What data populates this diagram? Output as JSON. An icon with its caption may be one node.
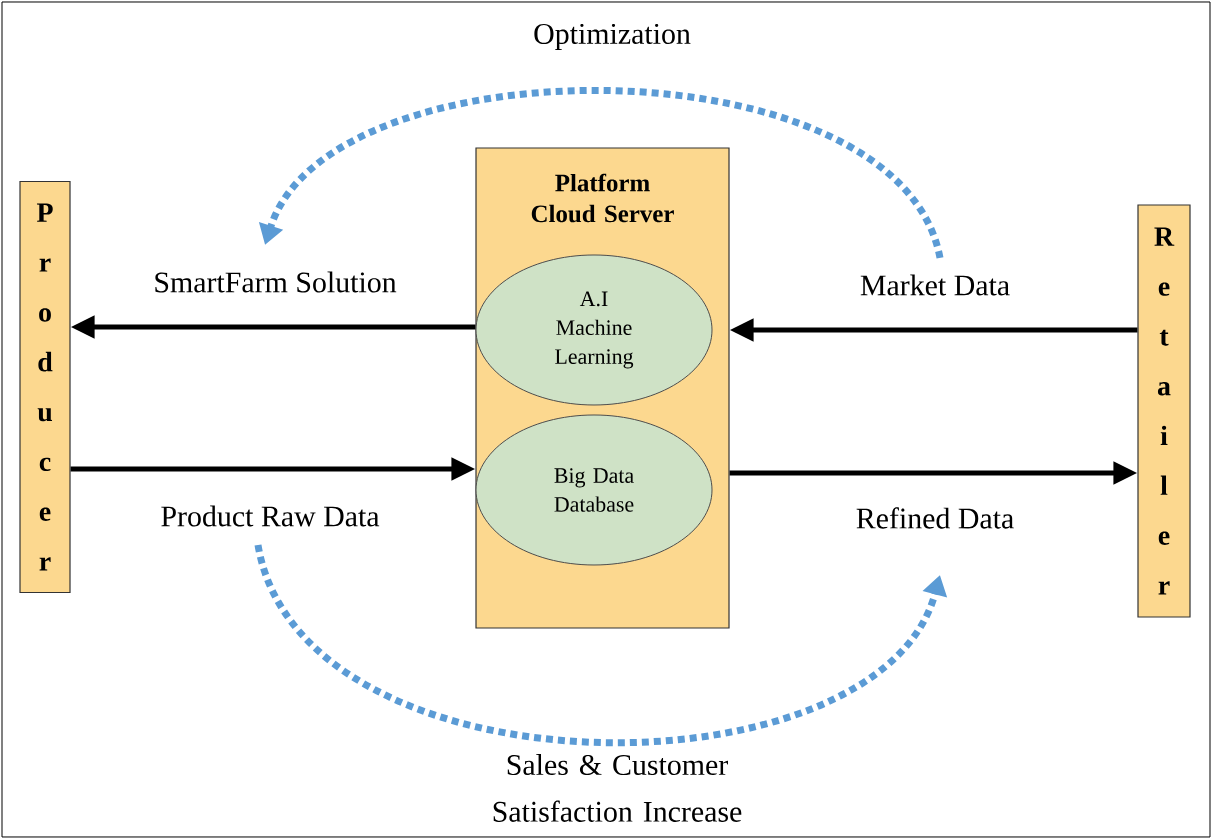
{
  "diagram": {
    "nodes": [
      {
        "text": [
          "Producer"
        ]
      },
      {
        "text": [
          "Retailer"
        ]
      },
      {
        "text": [
          "Platform Cloud Server"
        ]
      },
      {
        "text": [
          "A.I Machine Learning"
        ],
        "in": 2
      },
      {
        "text": [
          "Big Data Database"
        ],
        "in": 2
      }
    ],
    "edges": [
      {
        "from": 2,
        "to": 0,
        "arrow": "to",
        "label": "SmartFarm Solution"
      },
      {
        "from": 0,
        "to": 2,
        "arrow": "to",
        "label": "Product Raw Data"
      },
      {
        "from": 1,
        "to": 2,
        "arrow": "to",
        "label": "Market Data"
      },
      {
        "from": 2,
        "to": 1,
        "arrow": "to",
        "label": "Refined Data"
      }
    ],
    "labels": [
      "Optimization",
      "Sales & Customer Satisfaction Increase"
    ]
  }
}
